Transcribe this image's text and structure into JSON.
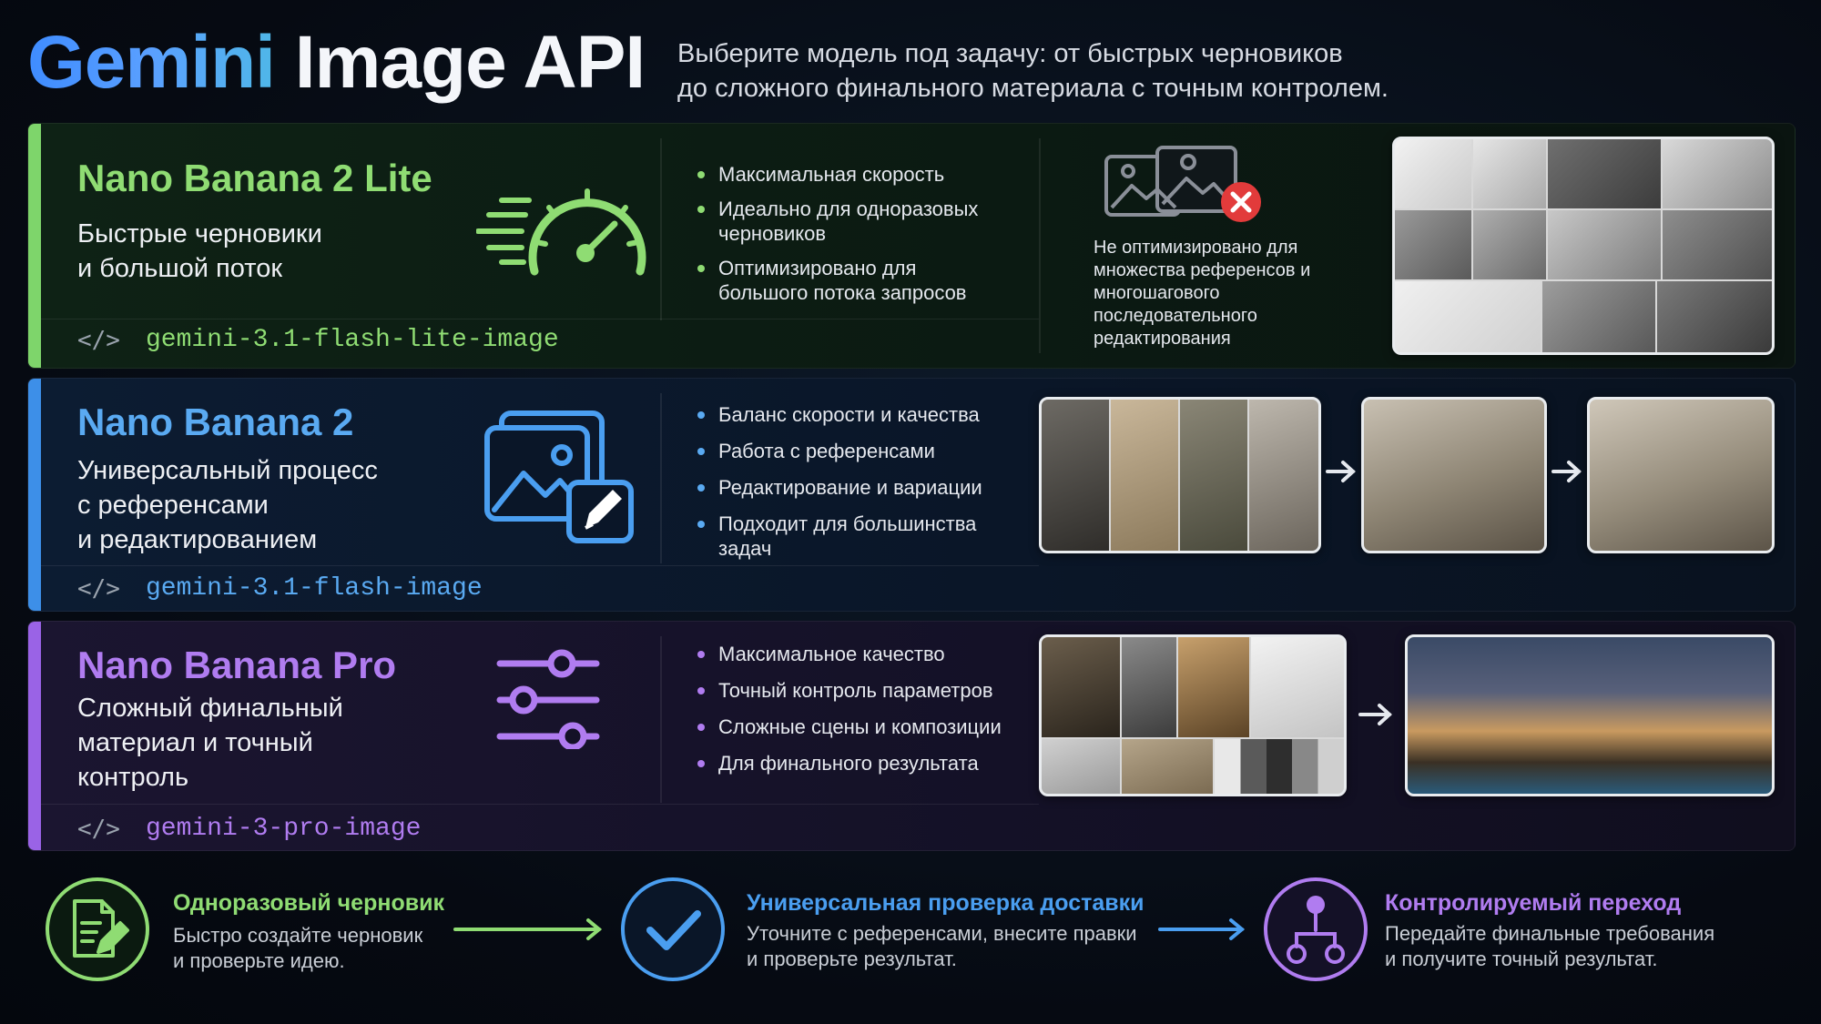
{
  "header": {
    "title_word1": "Gemini",
    "title_word2": "Image API",
    "subtitle_line1": "Выберите модель под задачу: от быстрых черновиков",
    "subtitle_line2": "до сложного финального материала с точным контролем."
  },
  "models": [
    {
      "name": "Nano Banana 2 Lite",
      "desc_lines": [
        "Быстрые черновики",
        "и большой поток"
      ],
      "code_tag": "</>",
      "model_id": "gemini-3.1-flash-lite-image",
      "icon": "speedometer-icon",
      "bullets": [
        "Максимальная скорость",
        "Идеально для одноразовых черновиков",
        "Оптимизировано для большого потока запросов"
      ],
      "warning_icon": "images-with-cross-icon",
      "warning": "Не оптимизировано для множества референсов и многошагового последовательного редактирования",
      "accent": "#8fdc73"
    },
    {
      "name": "Nano Banana 2",
      "desc_lines": [
        "Универсальный процесс",
        "с референсами",
        "и редактированием"
      ],
      "code_tag": "</>",
      "model_id": "gemini-3.1-flash-image",
      "icon": "image-edit-icon",
      "bullets": [
        "Баланс скорости и качества",
        "Работа с референсами",
        "Редактирование и вариации",
        "Подходит для большинства задач"
      ],
      "accent": "#5aaaf2"
    },
    {
      "name": "Nano Banana Pro",
      "desc_lines": [
        "Сложный финальный",
        "материал и точный",
        "контроль"
      ],
      "code_tag": "</>",
      "model_id": "gemini-3-pro-image",
      "icon": "sliders-icon",
      "bullets": [
        "Максимальное качество",
        "Точный контроль параметров",
        "Сложные сцены и композиции",
        "Для финального результата"
      ],
      "accent": "#b07cf0"
    }
  ],
  "footer": [
    {
      "title": "Одноразовый черновик",
      "text_lines": [
        "Быстро создайте черновик",
        "и проверьте идею."
      ],
      "icon": "document-edit-icon",
      "color": "#8fdc73"
    },
    {
      "title": "Универсальная проверка доставки",
      "text_lines": [
        "Уточните с референсами, внесите правки",
        "и проверьте результат."
      ],
      "icon": "checkmark-icon",
      "color": "#4a9ef0"
    },
    {
      "title": "Контролируемый переход",
      "text_lines": [
        "Передайте финальные требования",
        "и получите точный результат."
      ],
      "icon": "flow-node-icon",
      "color": "#b07cf0"
    }
  ]
}
